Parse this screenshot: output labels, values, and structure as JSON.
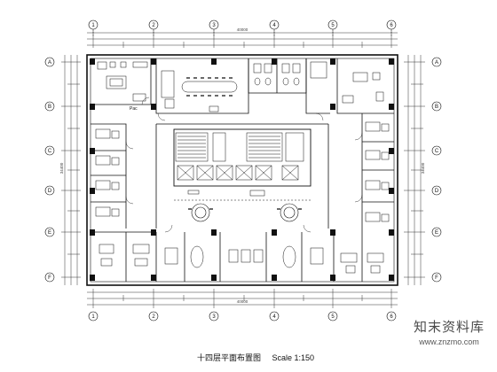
{
  "drawing": {
    "title": "十四层平面布置图",
    "scale": "Scale 1:150"
  },
  "grid": {
    "columns": [
      "1",
      "2",
      "3",
      "4",
      "5",
      "6"
    ],
    "rows": [
      "A",
      "B",
      "C",
      "D",
      "E",
      "F"
    ]
  },
  "labels": {
    "room": "Pac",
    "dims_top_total": "40000",
    "dims_bottom_total": "40000",
    "dims_left_total": "34400",
    "dims_right_total": "34400"
  },
  "watermark": {
    "name": "知末资料库",
    "url": "www.znzmo.com"
  },
  "colors": {
    "line": "#111111",
    "dim_line": "#333333"
  }
}
